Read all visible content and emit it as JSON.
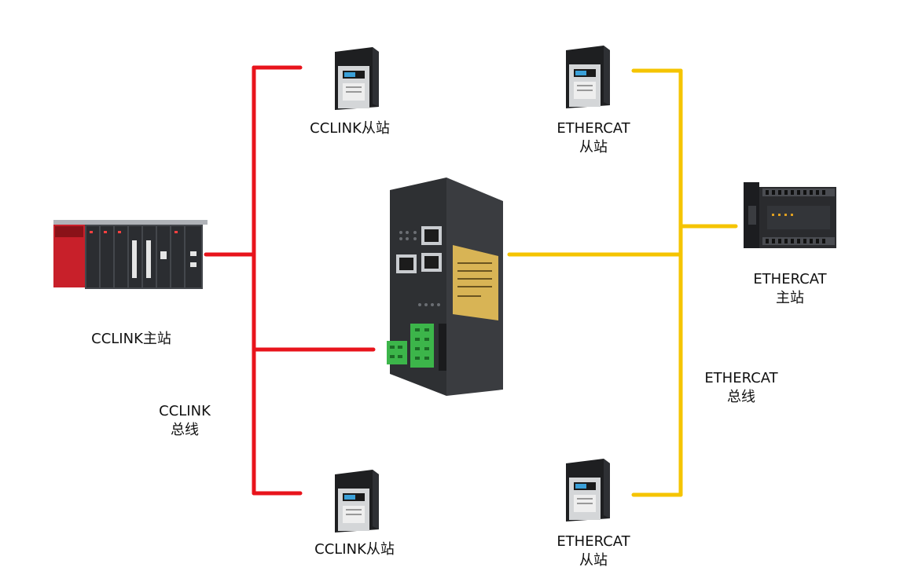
{
  "labels": {
    "cclink_master": "CCLINK主站",
    "cclink_slave_top": "CCLINK从站",
    "cclink_slave_bottom": "CCLINK从站",
    "cclink_bus_line1": "CCLINK",
    "cclink_bus_line2": "总线",
    "ethercat_slave_top_line1": "ETHERCAT",
    "ethercat_slave_top_line2": "从站",
    "ethercat_slave_bottom_line1": "ETHERCAT",
    "ethercat_slave_bottom_line2": "从站",
    "ethercat_master_line1": "ETHERCAT",
    "ethercat_master_line2": "主站",
    "ethercat_bus_line1": "ETHERCAT",
    "ethercat_bus_line2": "总线"
  },
  "colors": {
    "cclink_bus": "#e8141c",
    "ethercat_bus": "#f5c400",
    "gateway_body": "#2e3033",
    "gateway_label": "#d8b455",
    "terminal_green": "#3cb54a",
    "plc_red": "#c8202a"
  }
}
